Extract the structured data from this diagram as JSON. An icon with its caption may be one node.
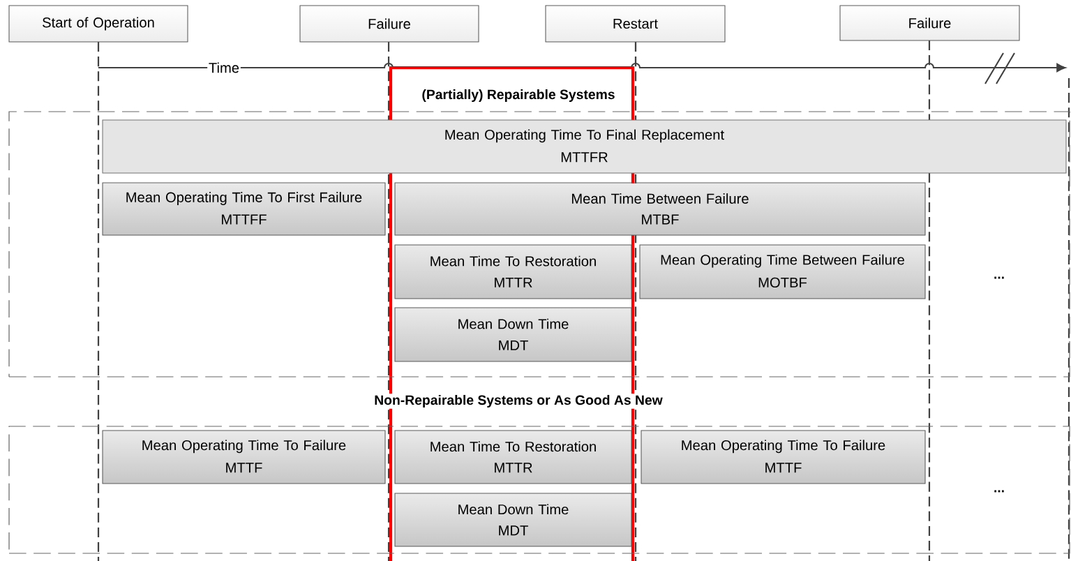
{
  "diagram": {
    "nodes": [
      {
        "text": [
          "Start of Operation"
        ]
      },
      {
        "text": [
          "Failure"
        ]
      },
      {
        "text": [
          "Restart"
        ]
      },
      {
        "text": [
          "Failure"
        ]
      },
      {
        "text": [
          "(Partially) Repairable Systems"
        ]
      },
      {
        "text": [
          "Mean Operating Time To Final Replacement",
          "MTTFR"
        ],
        "in": 4
      },
      {
        "text": [
          "Mean Operating Time To First Failure",
          "MTTFF"
        ],
        "in": 4
      },
      {
        "text": [
          "Mean Time Between Failure",
          "MTBF"
        ],
        "in": 4
      },
      {
        "text": [
          "Mean Time To Restoration",
          "MTTR"
        ],
        "in": 4
      },
      {
        "text": [
          "Mean Operating Time Between Failure",
          "MOTBF"
        ],
        "in": 4
      },
      {
        "text": [
          "Mean Down Time",
          "MDT"
        ],
        "in": 4
      },
      {
        "text": [
          "Non-Repairable Systems or As Good As New"
        ]
      },
      {
        "text": [
          "Mean Operating Time To Failure",
          "MTTF"
        ],
        "in": 11
      },
      {
        "text": [
          "Mean Time To Restoration",
          "MTTR"
        ],
        "in": 11
      },
      {
        "text": [
          "Mean Operating Time To Failure",
          "MTTF"
        ],
        "in": 11
      },
      {
        "text": [
          "Mean Down Time",
          "MDT"
        ],
        "in": 11
      }
    ],
    "labels": [
      "Time",
      "...",
      "..."
    ]
  }
}
